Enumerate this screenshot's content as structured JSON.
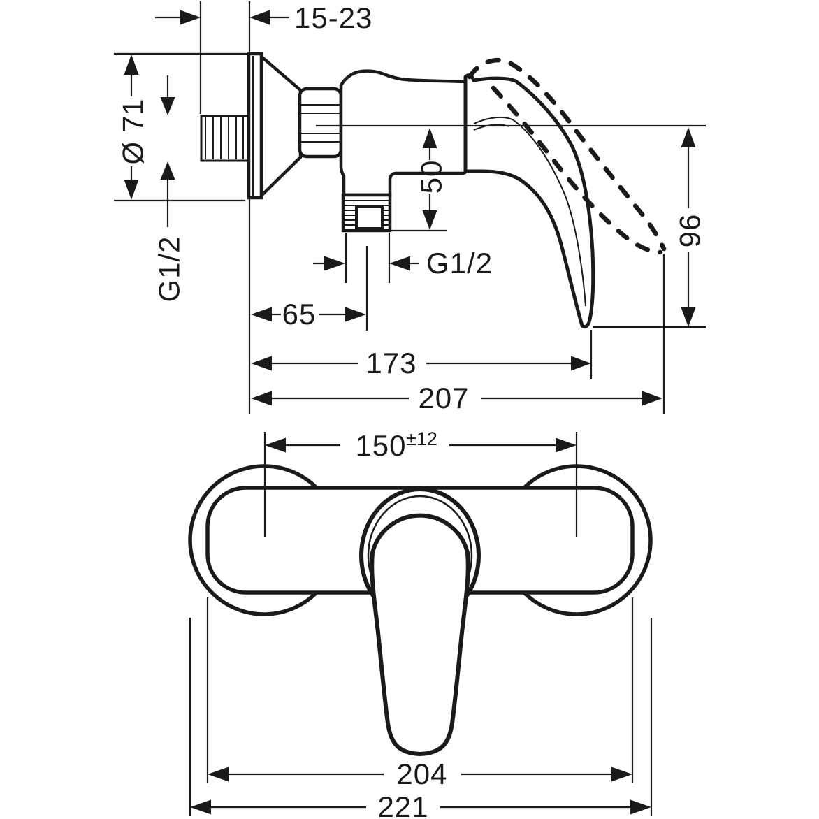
{
  "colors": {
    "line": "#1a1a1a",
    "background": "#ffffff"
  },
  "side_view": {
    "protrusion_range": "15-23",
    "escutcheon_diameter": "Ø 71",
    "wall_connection_thread": "G1/2",
    "outlet_drop": "50",
    "outlet_thread": "G1/2",
    "outlet_offset": "65",
    "depth_lever_closed": "173",
    "depth_lever_raised": "207",
    "lever_height": "96"
  },
  "front_view": {
    "hole_centers": "150",
    "hole_centers_tolerance": "±12",
    "body_width": "204",
    "overall_width": "221"
  }
}
